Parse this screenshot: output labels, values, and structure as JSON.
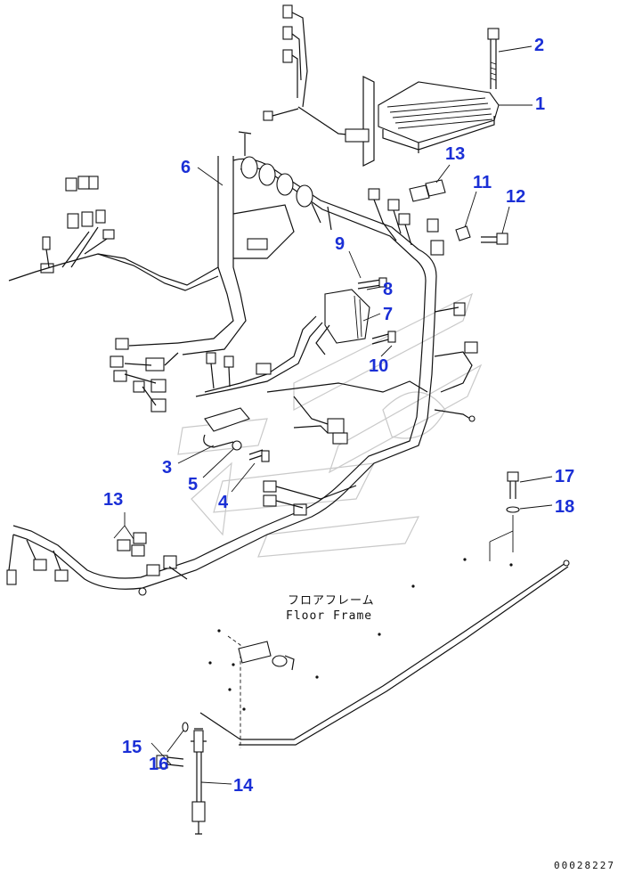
{
  "callouts": {
    "p1": "1",
    "p2": "2",
    "p3": "3",
    "p4": "4",
    "p5": "5",
    "p6": "6",
    "p7": "7",
    "p8": "8",
    "p9": "9",
    "p10": "10",
    "p11": "11",
    "p12": "12",
    "p13a": "13",
    "p13b": "13",
    "p14": "14",
    "p15": "15",
    "p16": "16",
    "p17": "17",
    "p18": "18"
  },
  "caption": {
    "japanese": "フロアフレーム",
    "english": "Floor Frame"
  },
  "document_number": "00028227",
  "colors": {
    "callout": "#1a2fd6",
    "line": "#111111",
    "watermark": "#c9c9c9"
  }
}
